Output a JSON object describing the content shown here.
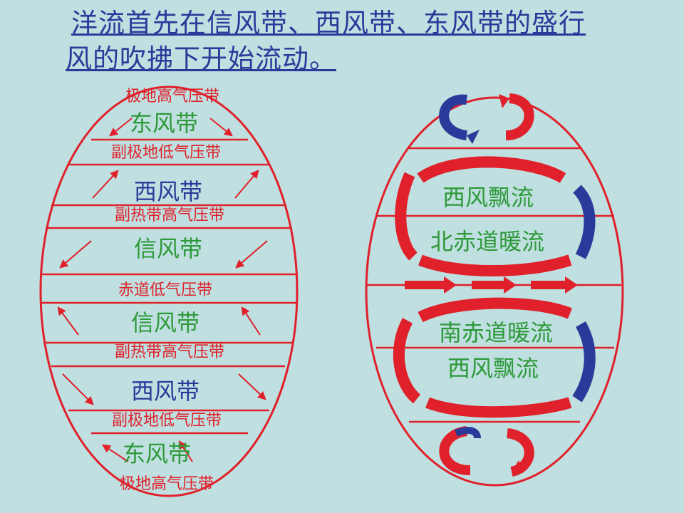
{
  "title": {
    "line1": "洋流首先在信风带、西风带、东风带的盛行",
    "line2": "风的吹拂下开始流动。"
  },
  "left": {
    "labels": [
      {
        "text": "极地高气压带",
        "kind": "pressure"
      },
      {
        "text": "东风带",
        "kind": "wind"
      },
      {
        "text": "副极地低气压带",
        "kind": "pressure"
      },
      {
        "text": "西风带",
        "kind": "wind-blue"
      },
      {
        "text": "副热带高气压带",
        "kind": "pressure"
      },
      {
        "text": "信风带",
        "kind": "wind"
      },
      {
        "text": "赤道低气压带",
        "kind": "pressure"
      },
      {
        "text": "信风带",
        "kind": "wind"
      },
      {
        "text": "副热带高气压带",
        "kind": "pressure"
      },
      {
        "text": "西风带",
        "kind": "wind-blue"
      },
      {
        "text": "副极地低气压带",
        "kind": "pressure"
      },
      {
        "text": "东风带",
        "kind": "wind"
      },
      {
        "text": "极地高气压带",
        "kind": "pressure"
      }
    ]
  },
  "right": {
    "labels": [
      {
        "text": "西风飘流"
      },
      {
        "text": "北赤道暖流"
      },
      {
        "text": "南赤道暖流"
      },
      {
        "text": "西风飘流"
      }
    ]
  },
  "colors": {
    "red": "#e0202a",
    "blue": "#2a3a9a",
    "green": "#2e9a3a",
    "background": "#bfdfe0"
  }
}
